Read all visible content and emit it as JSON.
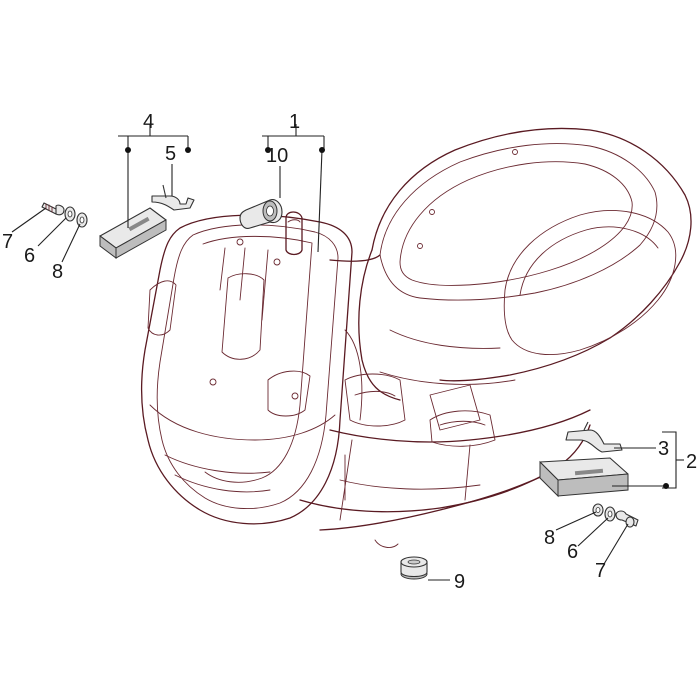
{
  "callouts": {
    "c1": "1",
    "c2": "2",
    "c3": "3",
    "c4": "4",
    "c5": "5",
    "c6_left": "6",
    "c7_left": "7",
    "c8_left": "8",
    "c6_right": "6",
    "c7_right": "7",
    "c8_right": "8",
    "c9": "9",
    "c10": "10"
  },
  "colors": {
    "body_outline": "#5a1a22",
    "part_outline": "#333333",
    "part_fill": "#e9e9e9",
    "text": "#1a1a1a"
  }
}
